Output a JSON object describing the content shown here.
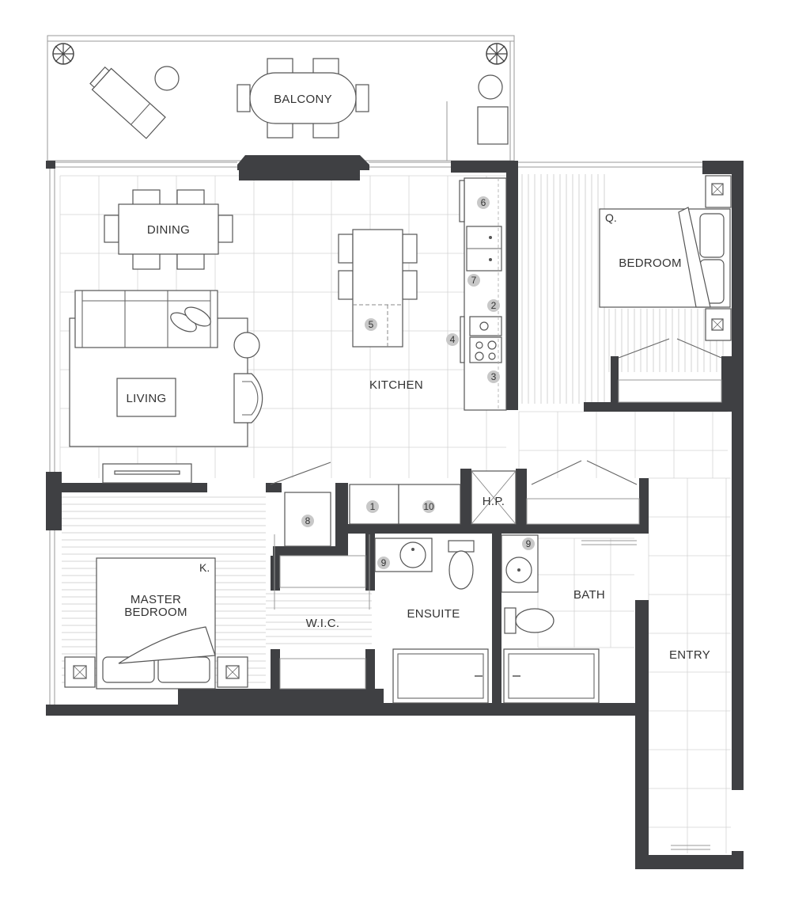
{
  "rooms": {
    "balcony": "BALCONY",
    "dining": "DINING",
    "living": "LIVING",
    "kitchen": "KITCHEN",
    "bedroom": "BEDROOM",
    "master_line1": "MASTER",
    "master_line2": "BEDROOM",
    "wic": "W.I.C.",
    "ensuite": "ENSUITE",
    "bath": "BATH",
    "entry": "ENTRY",
    "hp": "H.P."
  },
  "bed_sizes": {
    "queen": "Q.",
    "king": "K."
  },
  "callouts": [
    "1",
    "2",
    "3",
    "4",
    "5",
    "6",
    "7",
    "8",
    "9",
    "9",
    "10"
  ],
  "colors": {
    "wall": "#3f4043",
    "callout": "#c8c8c8",
    "grid": "#d4d4d4"
  }
}
